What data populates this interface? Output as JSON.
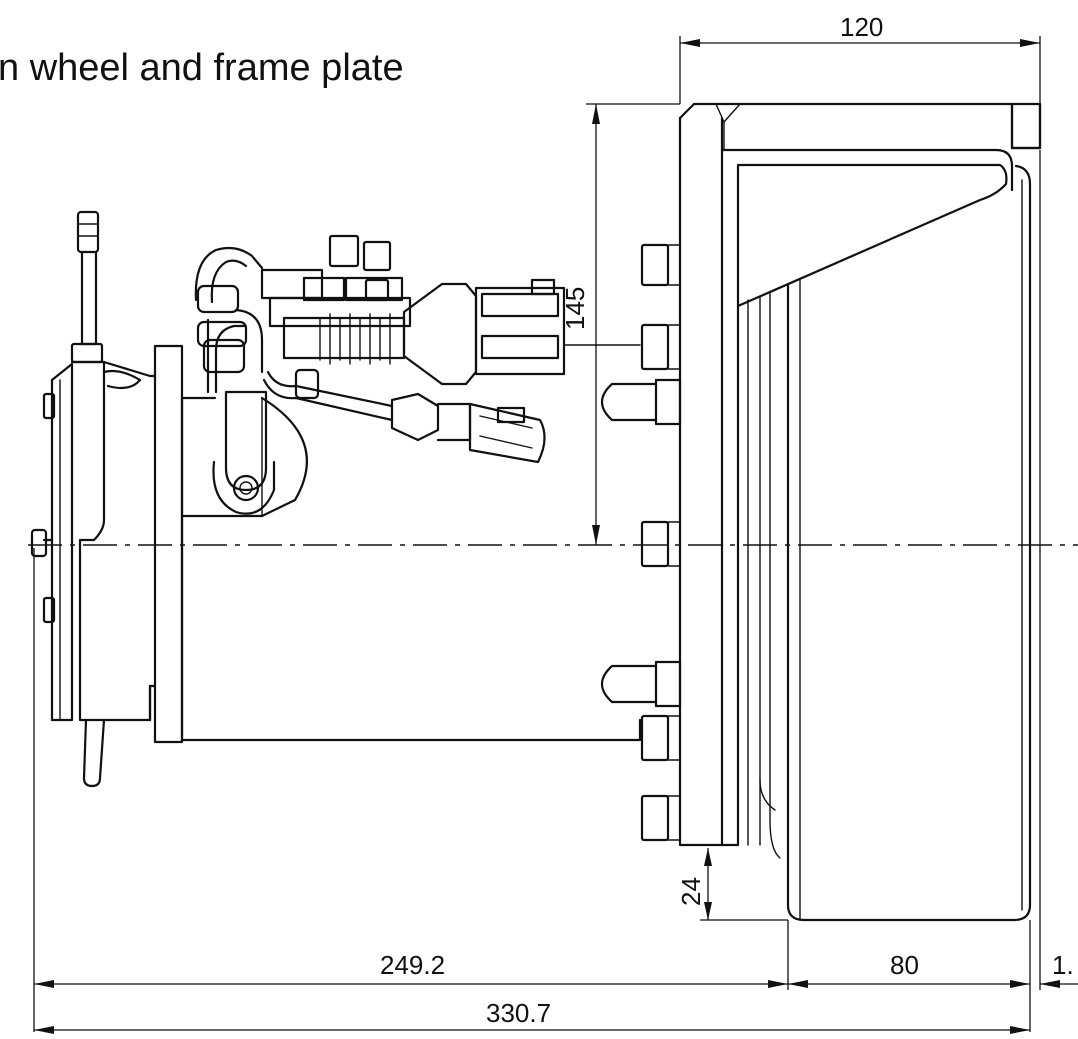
{
  "title": "n wheel and frame plate",
  "dimensions": {
    "top_width": "120",
    "height_right": "145",
    "flange_offset": "24",
    "length_main": "249.2",
    "wheel_width": "80",
    "right_offset": "1.",
    "overall_length": "330.7"
  }
}
